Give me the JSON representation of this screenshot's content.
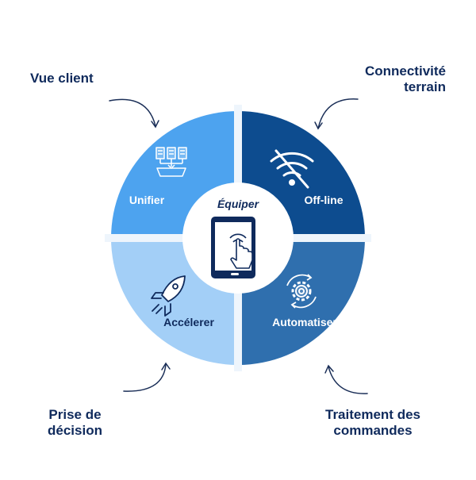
{
  "center": {
    "label": "Équiper",
    "icon": "tablet-touch-icon"
  },
  "quadrants": [
    {
      "label": "Unifier",
      "icon": "documents-merge-icon",
      "color": "#4da3ef"
    },
    {
      "label": "Off-line",
      "icon": "wifi-off-icon",
      "color": "#0d4c8f"
    },
    {
      "label": "Accélerer",
      "icon": "rocket-icon",
      "color": "#a3cff7"
    },
    {
      "label": "Automatiser",
      "icon": "gear-cycle-icon",
      "color": "#2f6fae"
    }
  ],
  "outer": {
    "top_left": [
      "Vue client"
    ],
    "top_right": [
      "Connectivité",
      "terrain"
    ],
    "bottom_left": [
      "Prise de",
      "décision"
    ],
    "bottom_right": [
      "Traitement des",
      "commandes"
    ]
  },
  "colors": {
    "text_dark": "#0f2a5c",
    "separator": "#eef5fc",
    "hub": "#ffffff",
    "arrow": "#1a2e57"
  }
}
